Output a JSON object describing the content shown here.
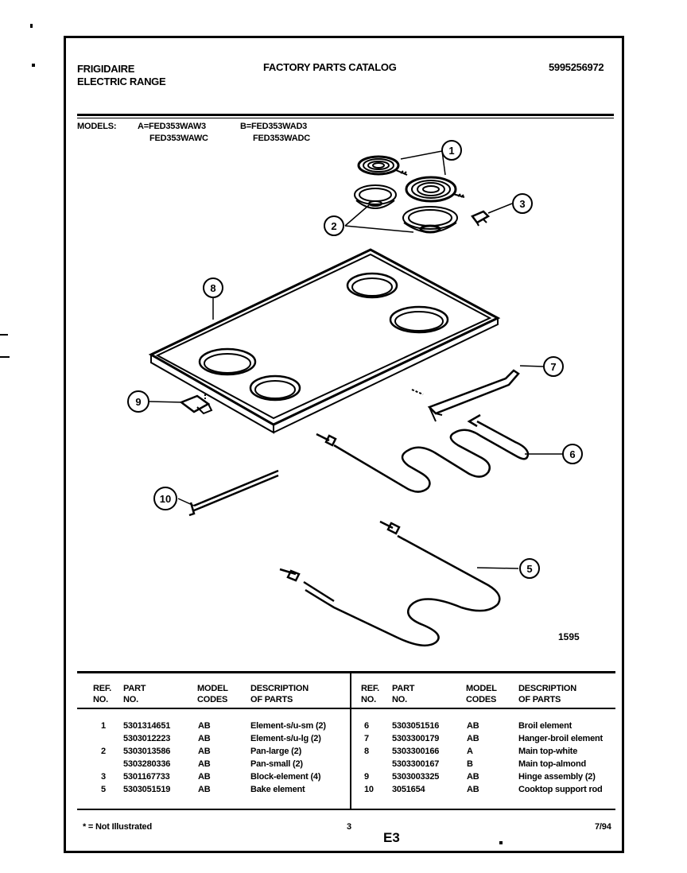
{
  "header": {
    "brand_line1": "FRIGIDAIRE",
    "brand_line2": "ELECTRIC RANGE",
    "catalog_title": "FACTORY PARTS CATALOG",
    "catalog_number": "5995256972"
  },
  "models": {
    "label": "MODELS:",
    "a_line1": "A=FED353WAW3",
    "a_line2": "FED353WAWC",
    "b_line1": "B=FED353WAD3",
    "b_line2": "FED353WADC"
  },
  "diagram": {
    "callouts": [
      "1",
      "2",
      "3",
      "6",
      "7",
      "8",
      "9",
      "10",
      "5"
    ],
    "figure_code": "1595"
  },
  "table": {
    "headers": {
      "ref": "REF.\nNO.",
      "ref_1": "REF.",
      "ref_2": "NO.",
      "part_1": "PART",
      "part_2": "NO.",
      "model_1": "MODEL",
      "model_2": "CODES",
      "desc_1": "DESCRIPTION",
      "desc_2": "OF PARTS"
    },
    "left_rows": [
      {
        "ref": "1",
        "part": "5301314651",
        "codes": "AB",
        "desc": "Element-s/u-sm (2)"
      },
      {
        "ref": "",
        "part": "5303012223",
        "codes": "AB",
        "desc": "Element-s/u-lg (2)"
      },
      {
        "ref": "2",
        "part": "5303013586",
        "codes": "AB",
        "desc": "Pan-large (2)"
      },
      {
        "ref": "",
        "part": "5303280336",
        "codes": "AB",
        "desc": "Pan-small (2)"
      },
      {
        "ref": "3",
        "part": "5301167733",
        "codes": "AB",
        "desc": "Block-element (4)"
      },
      {
        "ref": "5",
        "part": "5303051519",
        "codes": "AB",
        "desc": "Bake element"
      }
    ],
    "right_rows": [
      {
        "ref": "6",
        "part": "5303051516",
        "codes": "AB",
        "desc": "Broil element"
      },
      {
        "ref": "7",
        "part": "5303300179",
        "codes": "AB",
        "desc": "Hanger-broil element"
      },
      {
        "ref": "8",
        "part": "5303300166",
        "codes": "A",
        "desc": "Main top-white"
      },
      {
        "ref": "",
        "part": "5303300167",
        "codes": "B",
        "desc": "Main top-almond"
      },
      {
        "ref": "9",
        "part": "5303003325",
        "codes": "AB",
        "desc": "Hinge assembly (2)"
      },
      {
        "ref": "10",
        "part": "3051654",
        "codes": "AB",
        "desc": "Cooktop support rod"
      }
    ]
  },
  "footer": {
    "note": "* = Not Illustrated",
    "page": "3",
    "section": "E3",
    "date": "7/94"
  }
}
